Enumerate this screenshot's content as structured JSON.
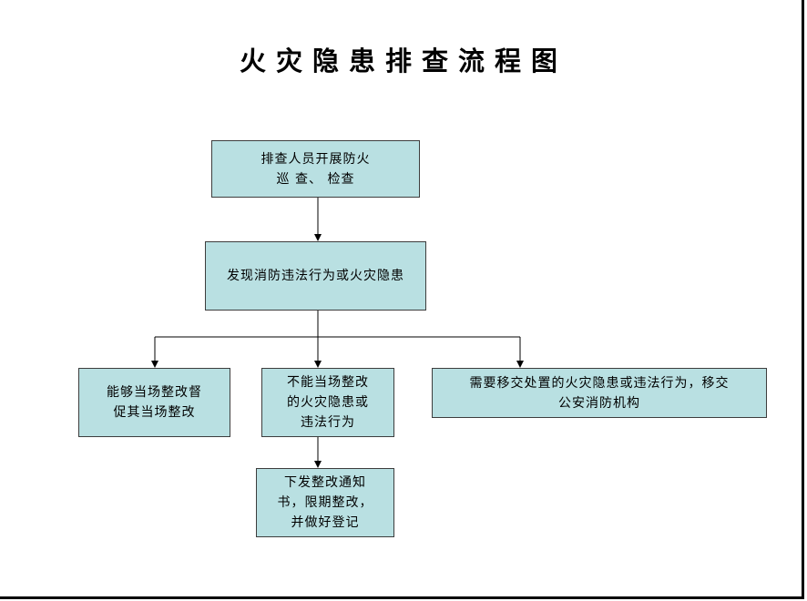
{
  "title": "火灾隐患排查流程图",
  "nodes": {
    "inspection": "排查人员开展防火\n巡 查、 检查",
    "discovery": "发现消防违法行为或火灾隐患",
    "fix_on_site": "能够当场整改督\n促其当场整改",
    "cannot_fix": "不能当场整改\n的火灾隐患或\n违法行为",
    "transfer": "需要移交处置的火灾隐患或违法行为，移交\n公安消防机构",
    "notice": "下发整改通知\n书，限期整改，\n并做好登记"
  },
  "colors": {
    "node_fill": "#b9e0e2",
    "node_border": "#3d3d3d",
    "connector": "#000000"
  }
}
